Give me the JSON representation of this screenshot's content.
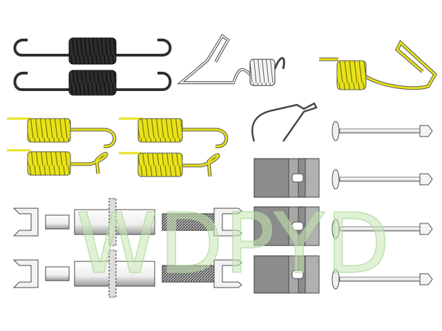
{
  "watermark": {
    "text": "WDPYD"
  },
  "colors": {
    "black_spring": "#2e2e2e",
    "yellow_spring": "#e8e21a",
    "white_spring": "#f2f2f2",
    "block": "#8c8c8c",
    "watermark": "#c8e6b4"
  },
  "parts": {
    "black_springs": 2,
    "white_spring": 1,
    "yellow_hook_spring_large": 1,
    "yellow_springs": 4,
    "wire_clip": 1,
    "hold_down_pins": 4,
    "guide_blocks": 3,
    "adjusters": 2
  }
}
